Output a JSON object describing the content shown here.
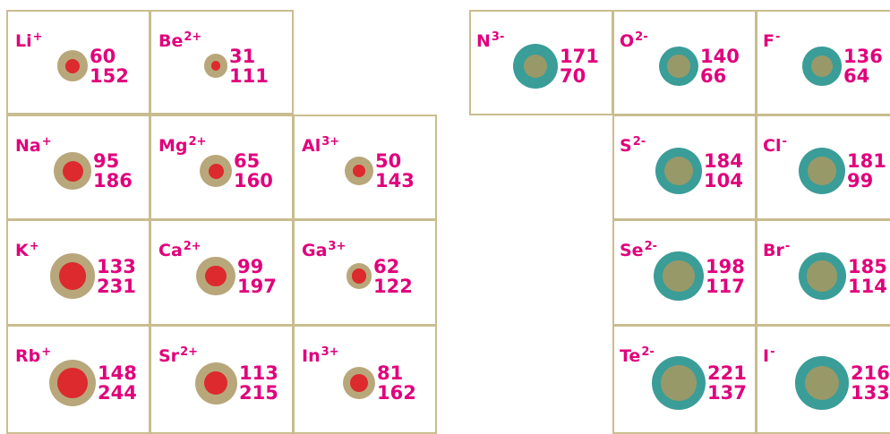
{
  "colors": {
    "cation_outer": "#b8a77a",
    "cation_inner": "#dc2a2e",
    "anion_outer": "#3a9d98",
    "anion_inner": "#989968",
    "label": "#e0007c",
    "border": "#c9bd8f"
  },
  "cations": [
    {
      "symbol": "Li",
      "charge": "+",
      "ionic_radius": "60",
      "atomic_radius": "152"
    },
    {
      "symbol": "Be",
      "charge": "2+",
      "ionic_radius": "31",
      "atomic_radius": "111"
    },
    {
      "symbol": "Na",
      "charge": "+",
      "ionic_radius": "95",
      "atomic_radius": "186"
    },
    {
      "symbol": "Mg",
      "charge": "2+",
      "ionic_radius": "65",
      "atomic_radius": "160"
    },
    {
      "symbol": "Al",
      "charge": "3+",
      "ionic_radius": "50",
      "atomic_radius": "143"
    },
    {
      "symbol": "K",
      "charge": "+",
      "ionic_radius": "133",
      "atomic_radius": "231"
    },
    {
      "symbol": "Ca",
      "charge": "2+",
      "ionic_radius": "99",
      "atomic_radius": "197"
    },
    {
      "symbol": "Ga",
      "charge": "3+",
      "ionic_radius": "62",
      "atomic_radius": "122"
    },
    {
      "symbol": "Rb",
      "charge": "+",
      "ionic_radius": "148",
      "atomic_radius": "244"
    },
    {
      "symbol": "Sr",
      "charge": "2+",
      "ionic_radius": "113",
      "atomic_radius": "215"
    },
    {
      "symbol": "In",
      "charge": "3+",
      "ionic_radius": "81",
      "atomic_radius": "162"
    }
  ],
  "anions": [
    {
      "symbol": "N",
      "charge": "3-",
      "ionic_radius": "171",
      "atomic_radius": "70"
    },
    {
      "symbol": "O",
      "charge": "2-",
      "ionic_radius": "140",
      "atomic_radius": "66"
    },
    {
      "symbol": "F",
      "charge": "-",
      "ionic_radius": "136",
      "atomic_radius": "64"
    },
    {
      "symbol": "S",
      "charge": "2-",
      "ionic_radius": "184",
      "atomic_radius": "104"
    },
    {
      "symbol": "Cl",
      "charge": "-",
      "ionic_radius": "181",
      "atomic_radius": "99"
    },
    {
      "symbol": "Se",
      "charge": "2-",
      "ionic_radius": "198",
      "atomic_radius": "117"
    },
    {
      "symbol": "Br",
      "charge": "-",
      "ionic_radius": "185",
      "atomic_radius": "114"
    },
    {
      "symbol": "Te",
      "charge": "2-",
      "ionic_radius": "221",
      "atomic_radius": "137"
    },
    {
      "symbol": "I",
      "charge": "-",
      "ionic_radius": "216",
      "atomic_radius": "133"
    }
  ]
}
